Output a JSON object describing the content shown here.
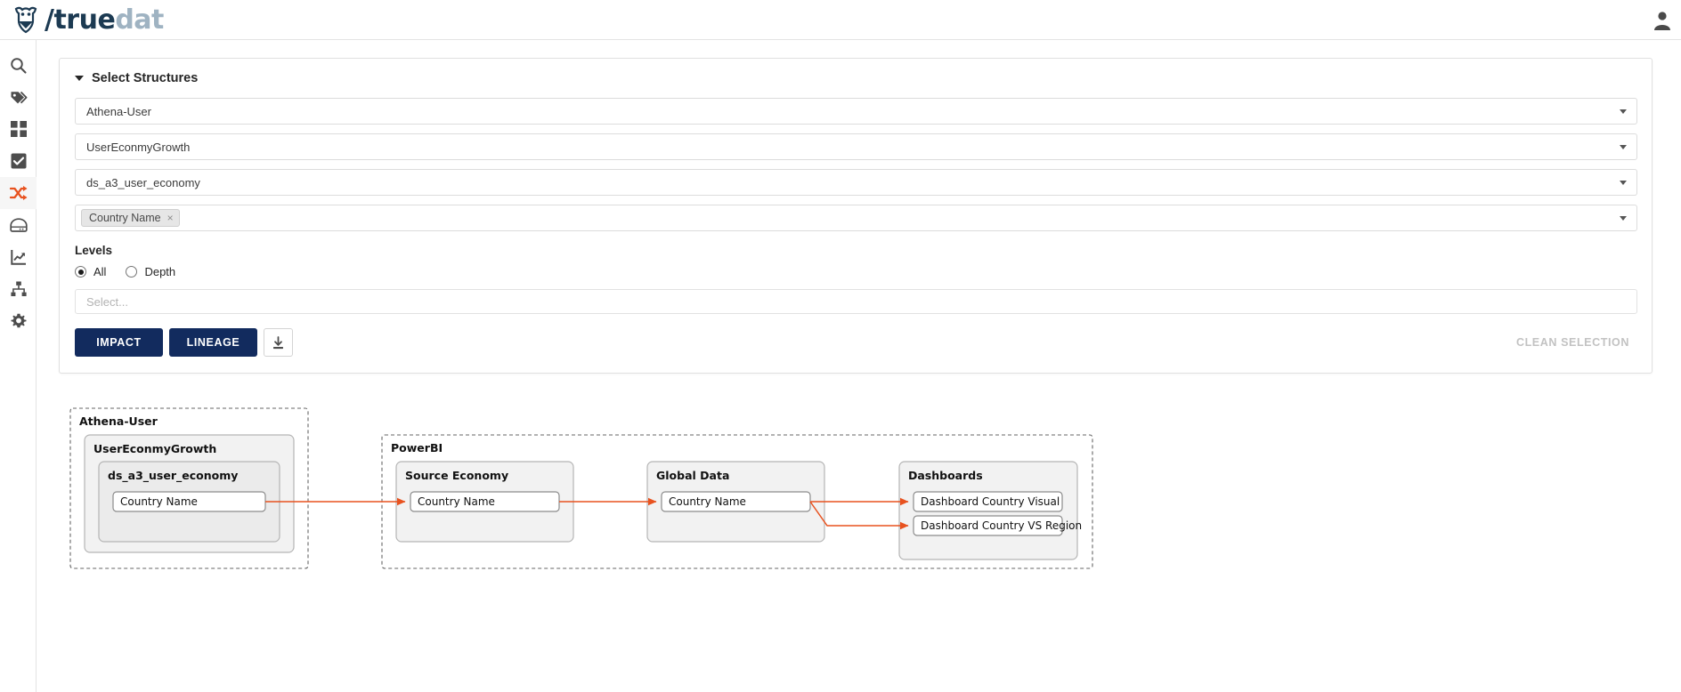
{
  "app": {
    "logo_slash": "/",
    "logo_true": "true",
    "logo_dat": "dat"
  },
  "sidebar": {
    "items": [
      {
        "icon": "search-icon",
        "name": "sidebar-item-search",
        "active": false
      },
      {
        "icon": "tags-icon",
        "name": "sidebar-item-tags",
        "active": false
      },
      {
        "icon": "grid-icon",
        "name": "sidebar-item-grid",
        "active": false
      },
      {
        "icon": "check-icon",
        "name": "sidebar-item-tasks",
        "active": false
      },
      {
        "icon": "shuffle-icon",
        "name": "sidebar-item-lineage",
        "active": true
      },
      {
        "icon": "database-icon",
        "name": "sidebar-item-datasets",
        "active": false
      },
      {
        "icon": "chart-icon",
        "name": "sidebar-item-quality",
        "active": false
      },
      {
        "icon": "sitemap-icon",
        "name": "sidebar-item-hierarchy",
        "active": false
      },
      {
        "icon": "gear-icon",
        "name": "sidebar-item-settings",
        "active": false
      }
    ]
  },
  "panel": {
    "title": "Select Structures",
    "selects": [
      {
        "value": "Athena-User",
        "name": "select-system"
      },
      {
        "value": "UserEconmyGrowth",
        "name": "select-group"
      },
      {
        "value": "ds_a3_user_economy",
        "name": "select-structure"
      }
    ],
    "field_select": {
      "chips": [
        {
          "label": "Country Name",
          "remove": "×"
        }
      ]
    },
    "levels": {
      "label": "Levels",
      "options": [
        {
          "label": "All",
          "checked": true
        },
        {
          "label": "Depth",
          "checked": false
        }
      ],
      "depth_placeholder": "Select..."
    },
    "buttons": {
      "impact": "IMPACT",
      "lineage": "LINEAGE",
      "download": "download-icon",
      "clean_selection": "CLEAN SELECTION"
    }
  },
  "graph": {
    "groups": [
      {
        "label": "Athena-User",
        "name": "group-athena-user"
      },
      {
        "label": "PowerBI",
        "name": "group-powerbi"
      }
    ],
    "containers": [
      {
        "label": "UserEconmyGrowth",
        "name": "container-usereconmygrowth"
      },
      {
        "label": "ds_a3_user_economy",
        "name": "container-ds-a3-user-economy"
      },
      {
        "label": "Source Economy",
        "name": "container-source-economy"
      },
      {
        "label": "Global Data",
        "name": "container-global-data"
      },
      {
        "label": "Dashboards",
        "name": "container-dashboards"
      }
    ],
    "nodes": [
      {
        "label": "Country Name",
        "name": "node-country-name-athena"
      },
      {
        "label": "Country Name",
        "name": "node-country-name-source"
      },
      {
        "label": "Country Name",
        "name": "node-country-name-global"
      },
      {
        "label": "Dashboard Country Visual",
        "name": "node-dashboard-country-visual"
      },
      {
        "label": "Dashboard Country VS Region",
        "name": "node-dashboard-country-vs-region"
      }
    ]
  },
  "colors": {
    "accent": "#e8521f",
    "primary": "#122b5e",
    "logo_dark": "#1c3a52",
    "logo_light": "#9fb3c2"
  }
}
